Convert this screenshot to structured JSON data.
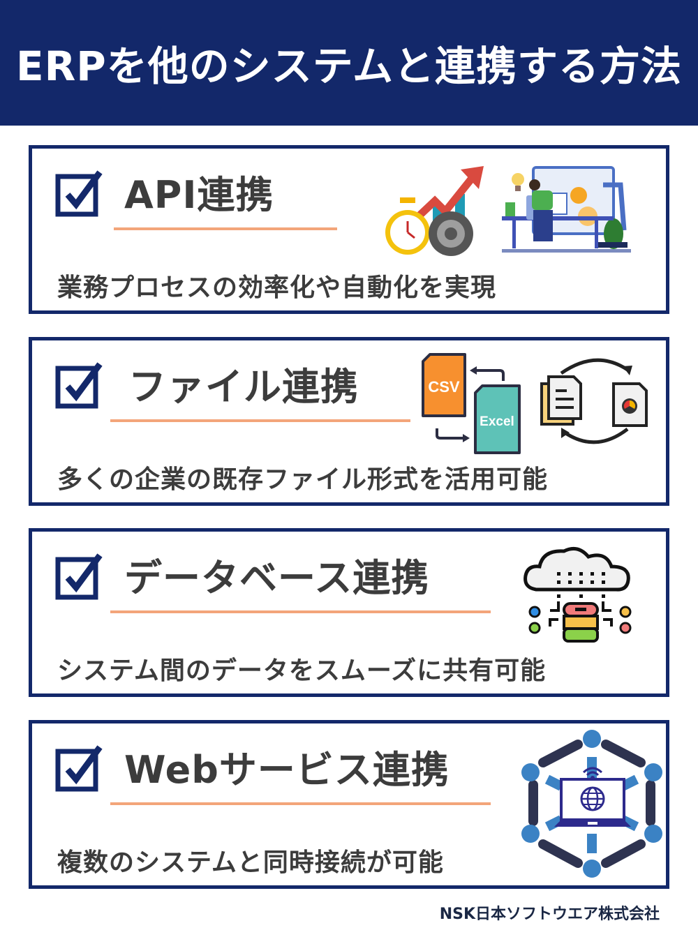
{
  "header": {
    "title": "ERPを他のシステムと連携する方法"
  },
  "cards": [
    {
      "title": "API連携",
      "description": "業務プロセスの効率化や自動化を実現",
      "illustrations": [
        "stopwatch-icon",
        "growth-arrow-icon",
        "gear-icon",
        "person-at-computer-robot-arm-illustration"
      ]
    },
    {
      "title": "ファイル連携",
      "description": "多くの企業の既存ファイル形式を活用可能",
      "illustrations": [
        "csv-file-icon",
        "excel-file-icon",
        "document-sync-icon"
      ],
      "file_labels": {
        "csv": "CSV",
        "excel": "Excel"
      }
    },
    {
      "title": "データベース連携",
      "description": "システム間のデータをスムーズに共有可能",
      "illustrations": [
        "cloud-database-icon"
      ]
    },
    {
      "title": "Webサービス連携",
      "description": "複数のシステムと同時接続が可能",
      "illustrations": [
        "laptop-network-globe-icon"
      ]
    }
  ],
  "colors": {
    "navy": "#13286a",
    "accent_underline": "#f3a57a",
    "text": "#3c3c3c",
    "footer_text": "#1a2744"
  },
  "footer": {
    "company": "NSK日本ソフトウエア株式会社"
  }
}
